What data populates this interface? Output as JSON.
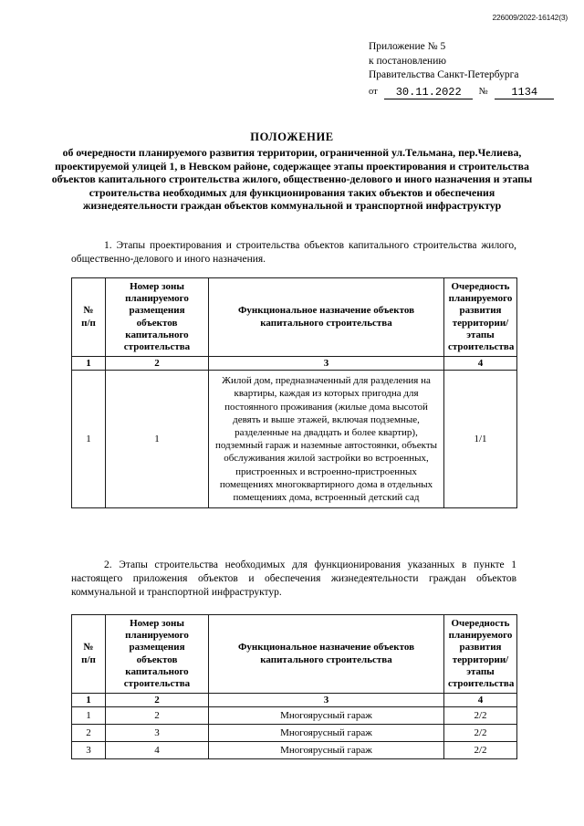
{
  "document": {
    "registration_stamp": "226009/2022-16142(3)",
    "appendix": {
      "line1": "Приложение № 5",
      "line2": "к постановлению",
      "line3": "Правительства Санкт-Петербурга",
      "date_label": "от",
      "date_value": "30.11.2022",
      "number_label": "№",
      "number_value": "1134"
    },
    "title": {
      "heading": "ПОЛОЖЕНИЕ",
      "subtitle": "об очередности планируемого развития территории, ограниченной ул.Тельмана, пер.Челиева, проектируемой улицей 1, в Невском районе, содержащее этапы проектирования и строительства объектов капитального строительства жилого, общественно-делового и иного назначения и этапы строительства необходимых для функционирования таких объектов и обеспечения жизнедеятельности граждан объектов коммунальной и транспортной инфраструктур"
    },
    "paragraphs": {
      "p1": "1. Этапы проектирования и строительства объектов капитального строительства жилого, общественно-делового и иного назначения.",
      "p2": "2. Этапы строительства необходимых для функционирования указанных в пункте 1 настоящего приложения объектов и обеспечения жизнедеятельности граждан объектов коммунальной и транспортной инфраструктур."
    },
    "table1": {
      "headers": {
        "c1": "№\nп/п",
        "c1_line1": "№",
        "c1_line2": "п/п",
        "c2": "Номер зоны планируемого размещения объектов капитального строительства",
        "c3": "Функциональное назначение объектов капитального строительства",
        "c4": "Очередность планируемого развития территории/этапы строительства"
      },
      "numbering": [
        "1",
        "2",
        "3",
        "4"
      ],
      "rows": [
        {
          "no": "1",
          "zone": "1",
          "purpose": "Жилой дом, предназначенный для разделения на квартиры, каждая из которых пригодна для постоянного проживания (жилые дома высотой девять и выше этажей, включая подземные, разделенные на двадцать и более квартир), подземный гараж и наземные автостоянки, объекты обслуживания жилой застройки во встроенных, пристроенных и встроенно-пристроенных помещениях многоквартирного дома в отдельных помещениях дома, встроенный детский сад",
          "stage": "1/1"
        }
      ]
    },
    "table2": {
      "headers": {
        "c1_line1": "№",
        "c1_line2": "п/п",
        "c2": "Номер зоны планируемого размещения объектов капитального строительства",
        "c3": "Функциональное назначение объектов капитального строительства",
        "c4": "Очередность планируемого развития территории/этапы строительства"
      },
      "numbering": [
        "1",
        "2",
        "3",
        "4"
      ],
      "rows": [
        {
          "no": "1",
          "zone": "2",
          "purpose": "Многоярусный гараж",
          "stage": "2/2"
        },
        {
          "no": "2",
          "zone": "3",
          "purpose": "Многоярусный гараж",
          "stage": "2/2"
        },
        {
          "no": "3",
          "zone": "4",
          "purpose": "Многоярусный гараж",
          "stage": "2/2"
        }
      ]
    }
  }
}
